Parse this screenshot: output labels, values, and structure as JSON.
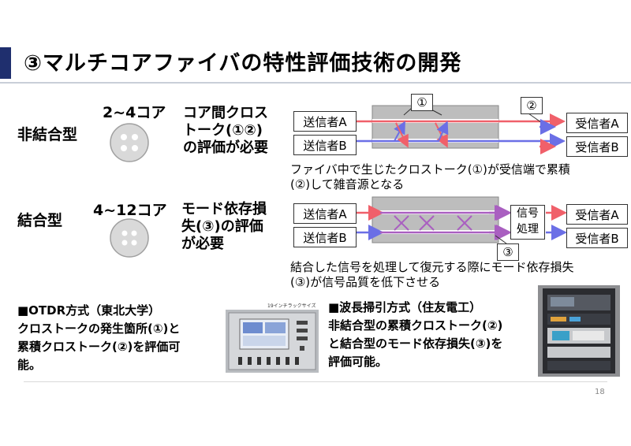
{
  "title": "③マルチコアファイバの特性評価技術の開発",
  "noncoupled": {
    "label": "非結合型",
    "cores": "2~4コア",
    "desc": [
      "コア間クロス",
      "トーク(①②)",
      "の評価が必要"
    ],
    "sender_a": "送信者A",
    "sender_b": "送信者B",
    "receiver_a": "受信者A",
    "receiver_b": "受信者B",
    "marker1": "①",
    "marker2": "②",
    "note": [
      "ファイバ中で生じたクロストーク(①)が受信端で累積",
      "(②)して雑音源となる"
    ]
  },
  "coupled": {
    "label": "結合型",
    "cores": "4~12コア",
    "desc": [
      "モード依存損",
      "失(③)の評価",
      "が必要"
    ],
    "sender_a": "送信者A",
    "sender_b": "送信者B",
    "receiver_a": "受信者A",
    "receiver_b": "受信者B",
    "processing": [
      "信号",
      "処理"
    ],
    "marker3": "③",
    "note": [
      "結合した信号を処理して復元する際にモード依存損失",
      "(③)が信号品質を低下させる"
    ]
  },
  "otdr": {
    "heading": "■OTDR方式（東北大学）",
    "body": [
      "クロストークの発生箇所(①)と",
      "累積クロストーク(②)を評価可",
      "能。"
    ],
    "photo_caption": "19インチラックサイズ"
  },
  "wavelength": {
    "heading": "■波長掃引方式（住友電工）",
    "body": [
      "非結合型の累積クロストーク(②)",
      "と結合型のモード依存損失(③)を",
      "評価可能。"
    ]
  },
  "page_number": "18",
  "colors": {
    "red": "#f0606a",
    "blue": "#6b6fe6",
    "purple": "#a95fc0",
    "navy": "#1f2f6e",
    "fiber": "#bdbdbd"
  }
}
